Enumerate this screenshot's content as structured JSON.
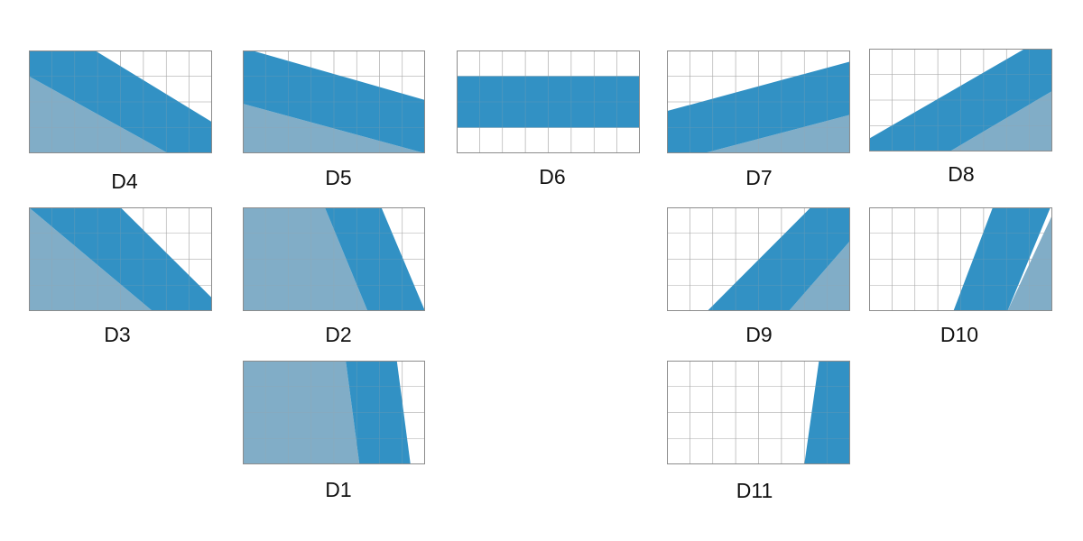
{
  "title": "",
  "colors": {
    "band": "#2e8fc3",
    "shade": "#7aa9c4",
    "grid": "#a9a9a9",
    "border": "#8c8c8c"
  },
  "panels": [
    {
      "id": "D4",
      "label": "D4"
    },
    {
      "id": "D5",
      "label": "D5"
    },
    {
      "id": "D6",
      "label": "D6"
    },
    {
      "id": "D7",
      "label": "D7"
    },
    {
      "id": "D8",
      "label": "D8"
    },
    {
      "id": "D3",
      "label": "D3"
    },
    {
      "id": "D2",
      "label": "D2"
    },
    {
      "id": "D9",
      "label": "D9"
    },
    {
      "id": "D10",
      "label": "D10"
    },
    {
      "id": "D1",
      "label": "D1"
    },
    {
      "id": "D11",
      "label": "D11"
    }
  ]
}
